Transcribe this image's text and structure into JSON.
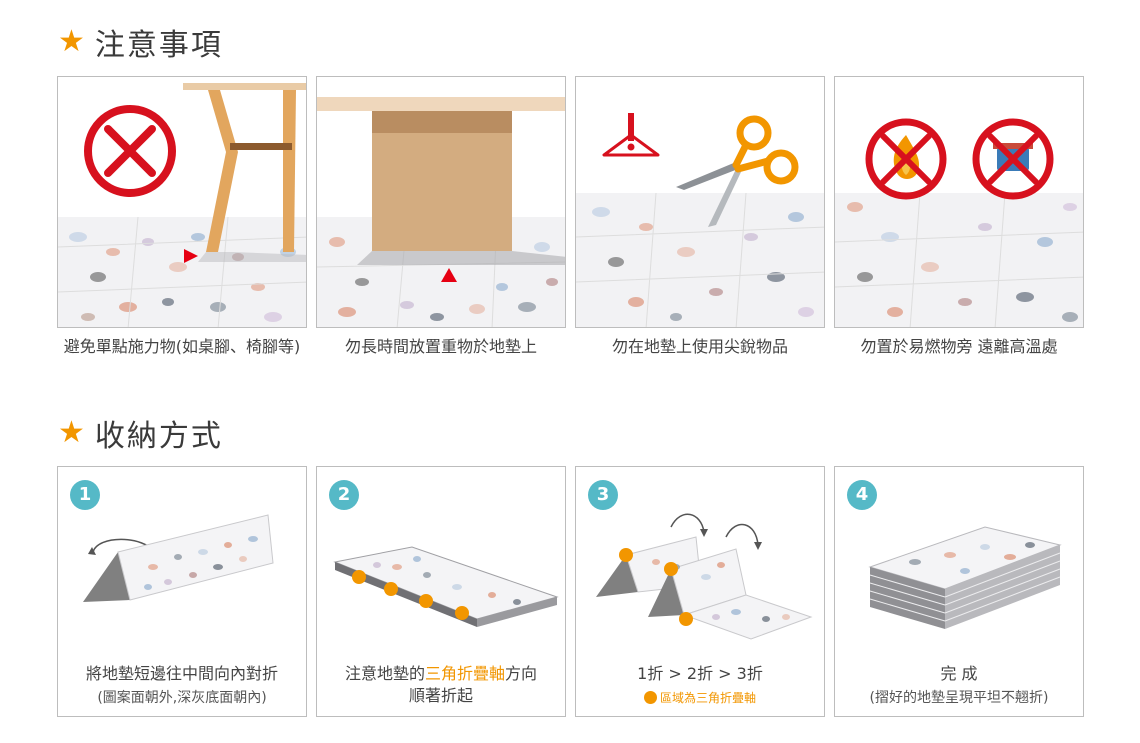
{
  "precautions": {
    "title": "注意事項",
    "items": [
      {
        "caption": "避免單點施力物(如桌腳、椅腳等)"
      },
      {
        "caption": "勿長時間放置重物於地墊上"
      },
      {
        "caption": "勿在地墊上使用尖銳物品"
      },
      {
        "caption": "勿置於易燃物旁 遠離高溫處"
      }
    ]
  },
  "storage": {
    "title": "收納方式",
    "steps": [
      {
        "number": "1",
        "line1": "將地墊短邊往中間向內對折",
        "line2": "(圖案面朝外,深灰底面朝內)"
      },
      {
        "number": "2",
        "line1_pre": "注意地墊的",
        "line1_hl": "三角折疊軸",
        "line1_post": "方向",
        "line2": "順著折起"
      },
      {
        "number": "3",
        "line1": "1折 > 2折 > 3折",
        "legend": "區域為三角折疊軸"
      },
      {
        "number": "4",
        "line1": "完 成",
        "line2": "(摺好的地墊呈現平坦不翹折)"
      }
    ]
  },
  "colors": {
    "accent": "#f29600",
    "step_badge": "#55b9c7",
    "prohibit_red": "#d7111e"
  }
}
